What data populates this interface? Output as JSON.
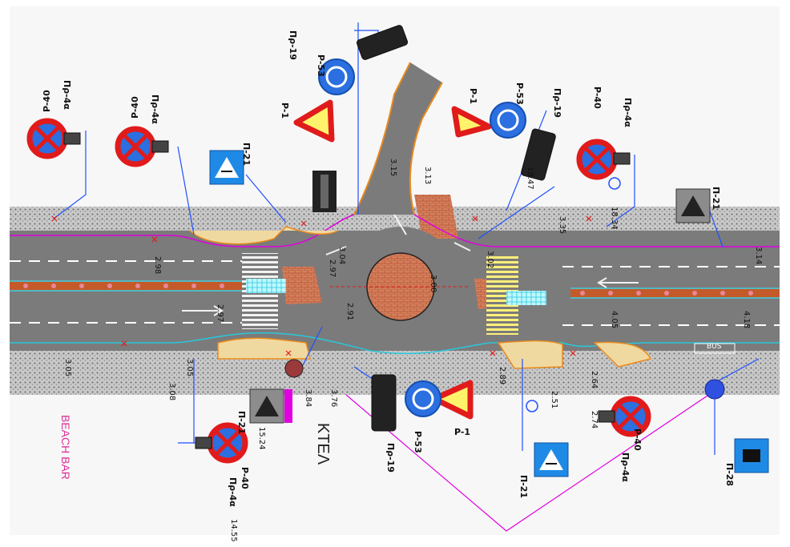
{
  "labels": {
    "beach_bar": "BEACH BAR",
    "ktel": "ΚΤΕΛ",
    "bus": "BUS"
  },
  "sign_codes": {
    "p40_a": "P-40",
    "p40_b": "P-40",
    "p40_c": "P-40",
    "p40_d": "P-40",
    "p40_e": "P-40",
    "pr4a_a": "Πρ-4α",
    "pr4a_b": "Πρ-4α",
    "pr4a_c": "Πρ-4α",
    "pr4a_d": "Πρ-4α",
    "pr4a_e": "Πρ-4α",
    "p1_a": "P-1",
    "p1_b": "P-1",
    "p1_c": "P-1",
    "p53_a": "P-53",
    "p53_b": "P-53",
    "p53_c": "P-53",
    "pr19_a": "Πρ-19",
    "pr19_b": "Πρ-19",
    "pr19_c": "Πρ-19",
    "p21_a": "Π-21",
    "p21_b": "Π-21",
    "p21_c": "Π-21",
    "p21_d": "Π-21",
    "p28": "Π-28"
  },
  "dimensions": {
    "d1": "2.98",
    "d2": "2.97",
    "d3": "2.97",
    "d4": "2.91",
    "d5": "3.04",
    "d6": "3.00",
    "d7": "3.02",
    "d8": "3.15",
    "d9": "3.13",
    "d10": "18.47",
    "d11": "18.34",
    "d12": "3.14",
    "d13": "3.05",
    "d14": "2.89",
    "d15": "2.51",
    "d16": "3.08",
    "d17": "2.64",
    "d18": "15.24",
    "d19": "14.55",
    "d20": "4.18",
    "d21": "4.05",
    "d22": "3.05",
    "d23": "3.76",
    "d24": "3.84",
    "d25": "2.74",
    "d26": "3.35"
  },
  "colors": {
    "road": "#7b7b7b",
    "sidewalk": "#b8b8b8",
    "roundabout": "#c9664a",
    "crossing": "#ffffff",
    "median": "#c45a2a",
    "ped_crossing_yellow": "#fff07a",
    "ped_crossing_cyan": "#7ff2ff",
    "stop_red": "#e11b1b",
    "stop_blue": "#2b6fe0",
    "warn_yellow": "#fff36b",
    "info_blue": "#1f8ae6",
    "magenta": "#e000e0",
    "leader_blue": "#2050ff"
  }
}
